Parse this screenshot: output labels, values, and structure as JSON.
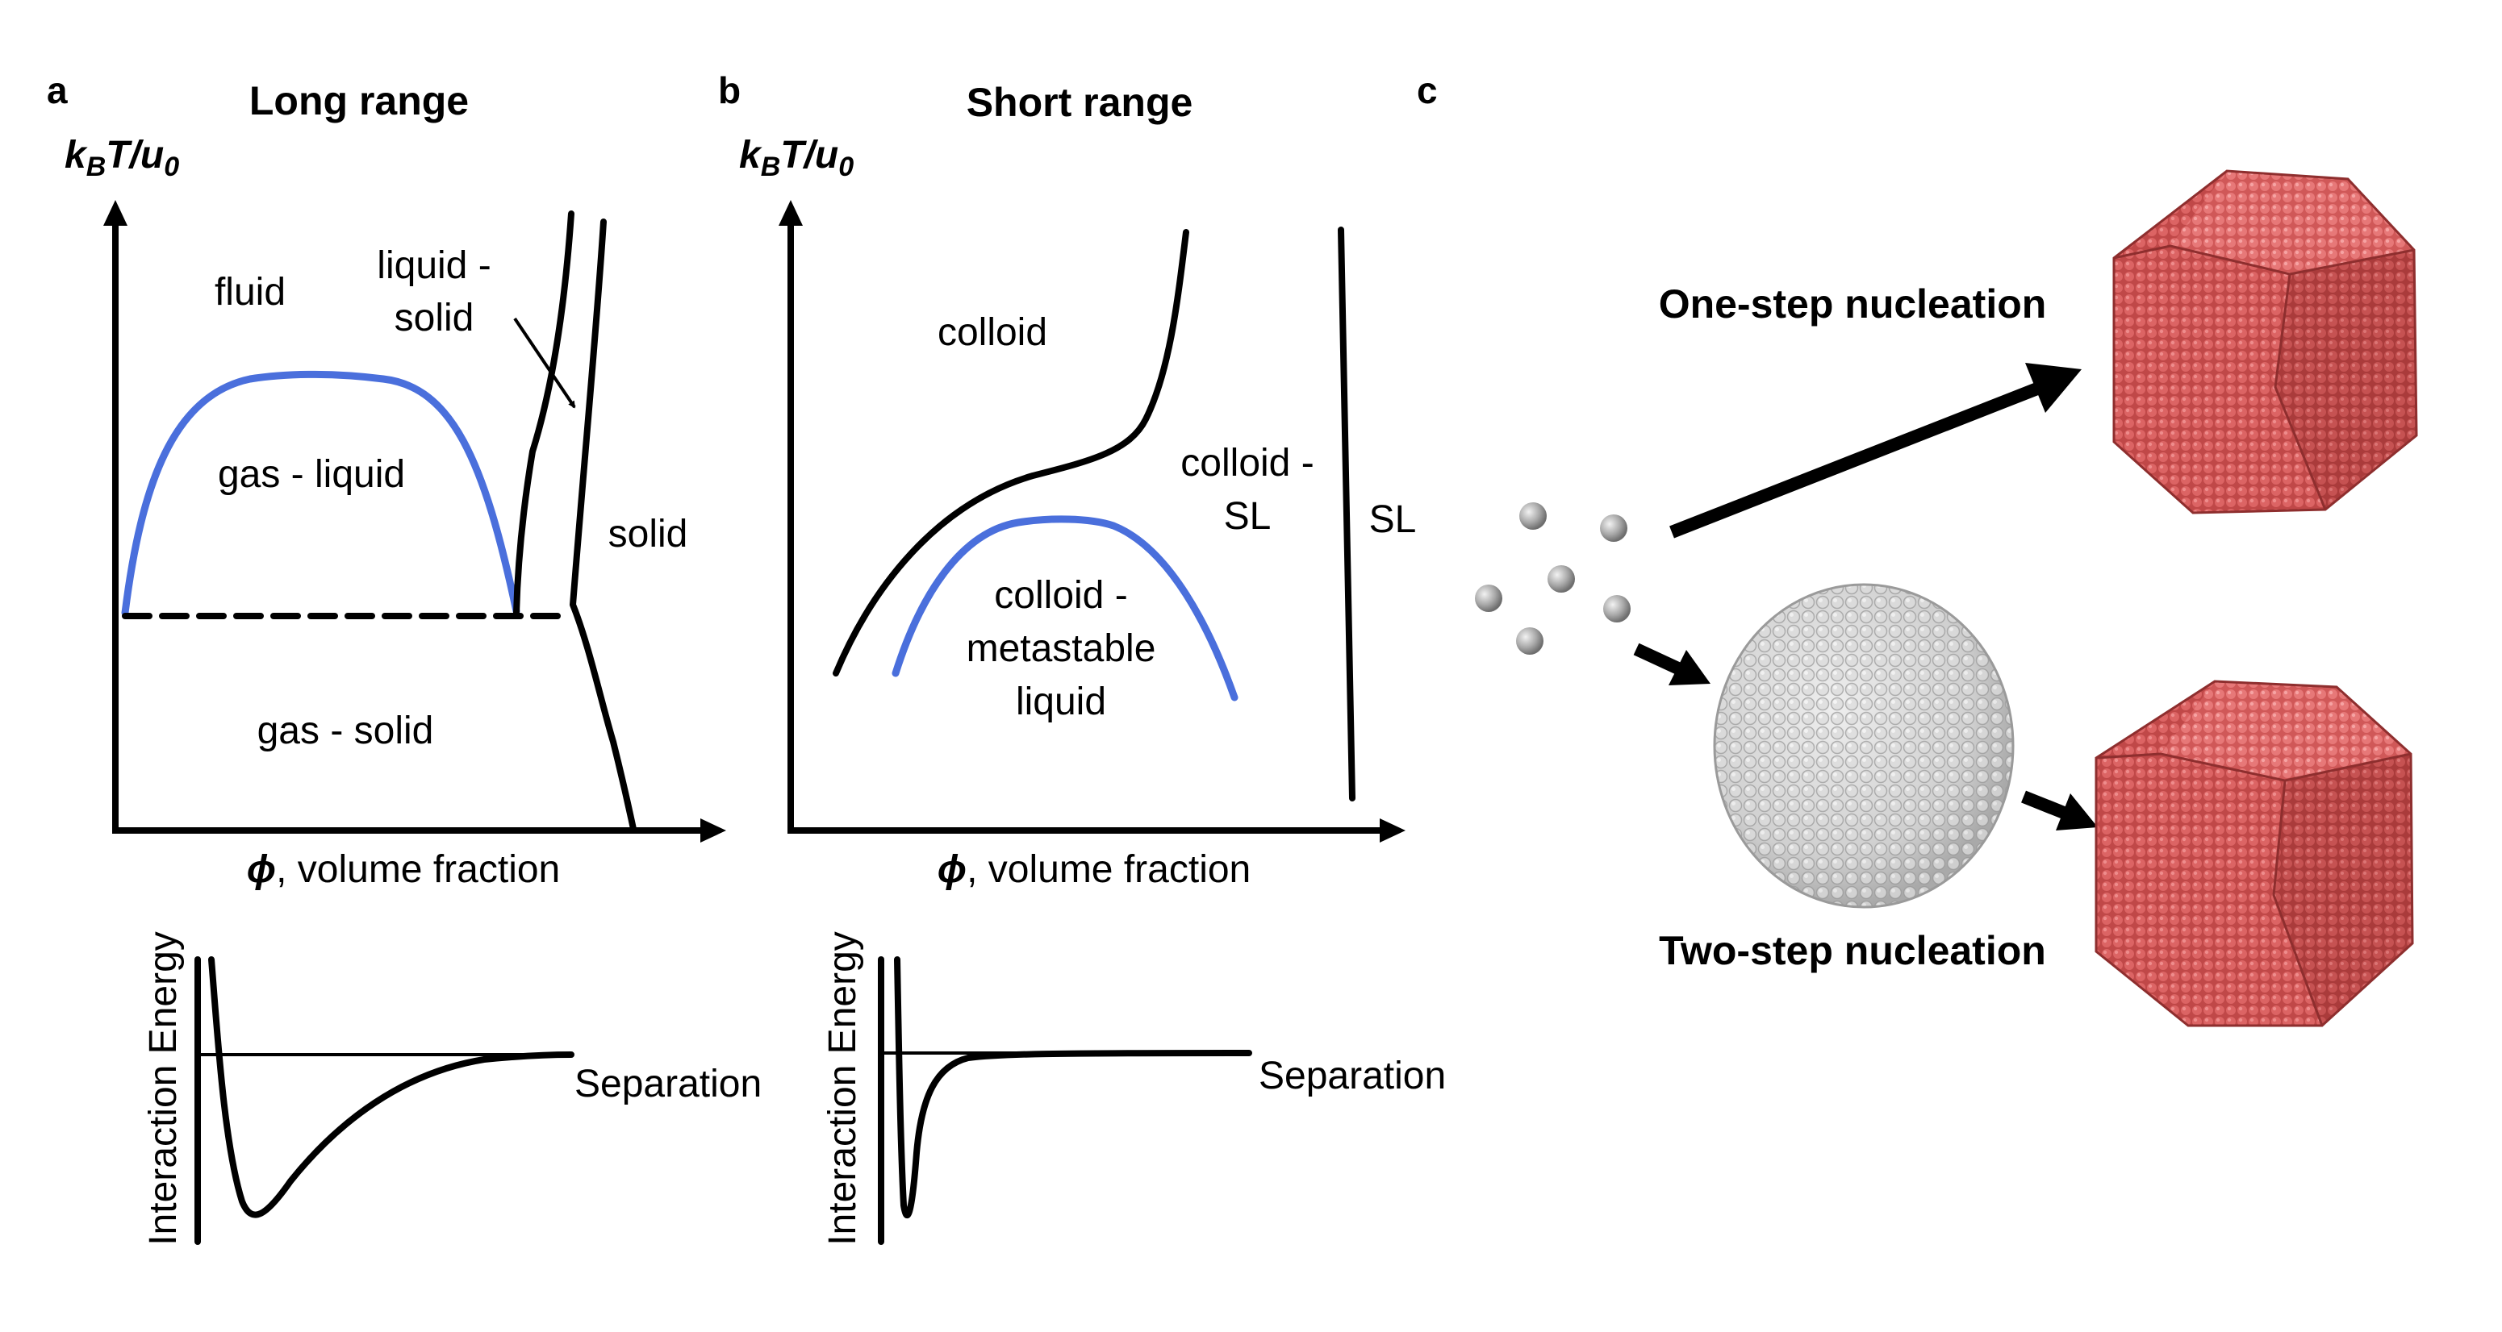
{
  "panel_a": {
    "letter": "a",
    "title": "Long range",
    "y_axis": {
      "main": "k",
      "sub1": "B",
      "mid": "T/u",
      "sub2": "0"
    },
    "x_axis": {
      "symbol": "ϕ",
      "rest": ", volume fraction"
    },
    "regions": {
      "fluid": "fluid",
      "liquid_solid_line1": "liquid -",
      "liquid_solid_line2": "solid",
      "gas_liquid": "gas - liquid",
      "solid": "solid",
      "gas_solid": "gas - solid"
    },
    "potential": {
      "y_label": "Interaction Energy",
      "x_label": "Separation"
    }
  },
  "panel_b": {
    "letter": "b",
    "title": "Short range",
    "y_axis": {
      "main": "k",
      "sub1": "B",
      "mid": "T/u",
      "sub2": "0"
    },
    "x_axis": {
      "symbol": "ϕ",
      "rest": ", volume fraction"
    },
    "regions": {
      "colloid": "colloid",
      "colloid_sl_line1": "colloid -",
      "colloid_sl_line2": "SL",
      "sl": "SL",
      "metastable_line1": "colloid -",
      "metastable_line2": "metastable",
      "metastable_line3": "liquid"
    },
    "potential": {
      "y_label": "Interaction Energy",
      "x_label": "Separation"
    }
  },
  "panel_c": {
    "letter": "c",
    "one_step": "One-step nucleation",
    "two_step": "Two-step nucleation"
  },
  "colors": {
    "binodal_blue": "#4a6fdc",
    "crystal_red": "#cd5454",
    "droplet_gray": "#d4d4d4",
    "line_black": "#000000"
  }
}
